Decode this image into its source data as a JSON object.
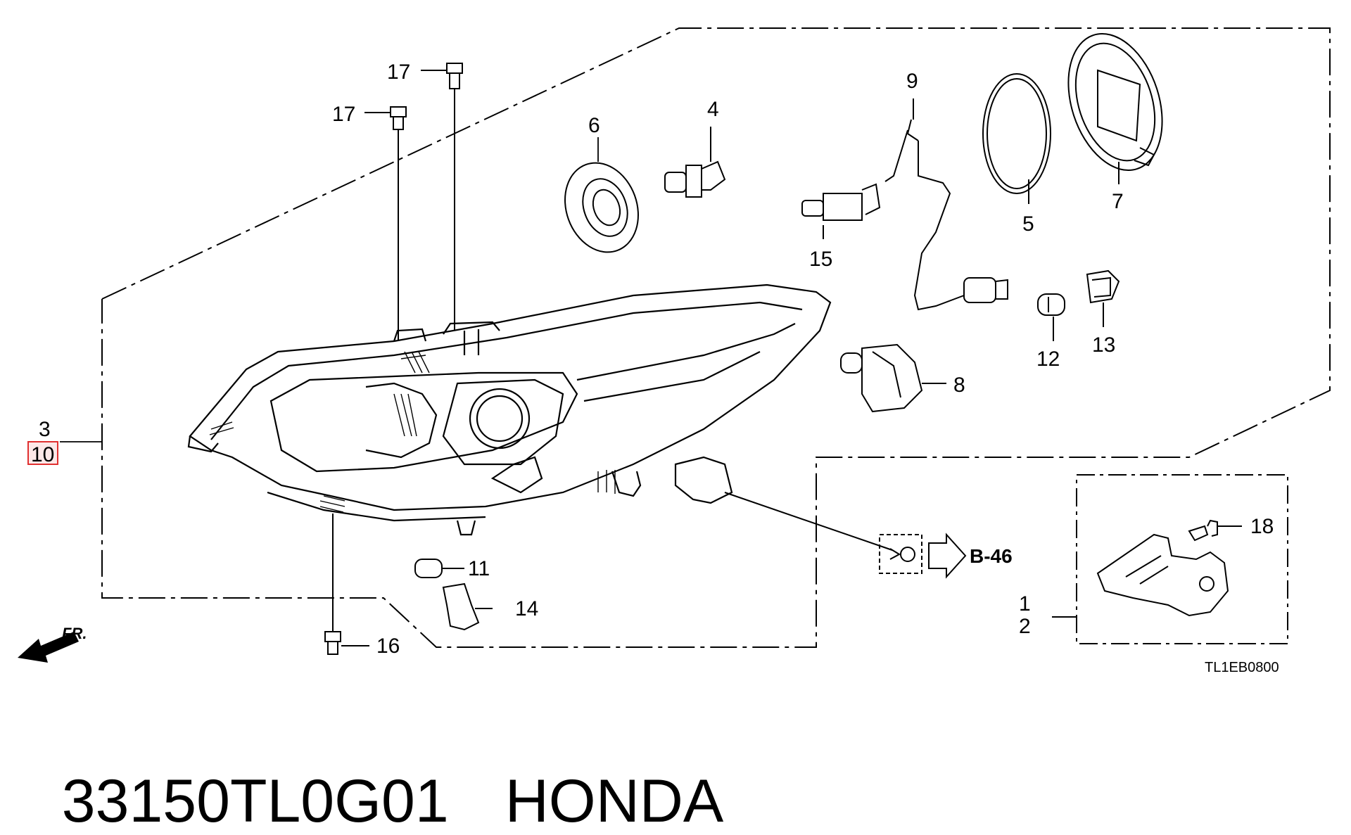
{
  "diagram": {
    "callouts": {
      "c1": "1",
      "c2": "2",
      "c3": "3",
      "c4": "4",
      "c5": "5",
      "c6": "6",
      "c7": "7",
      "c8": "8",
      "c9": "9",
      "c10": "10",
      "c11": "11",
      "c12": "12",
      "c13": "13",
      "c14": "14",
      "c15": "15",
      "c16": "16",
      "c17a": "17",
      "c17b": "17",
      "c18": "18"
    },
    "reference": "B-46",
    "front_marker": "FR.",
    "drawing_code": "TL1EB0800",
    "highlight_color": "#e03030"
  },
  "title": {
    "part_number": "33150TL0G01",
    "brand": "HONDA"
  }
}
